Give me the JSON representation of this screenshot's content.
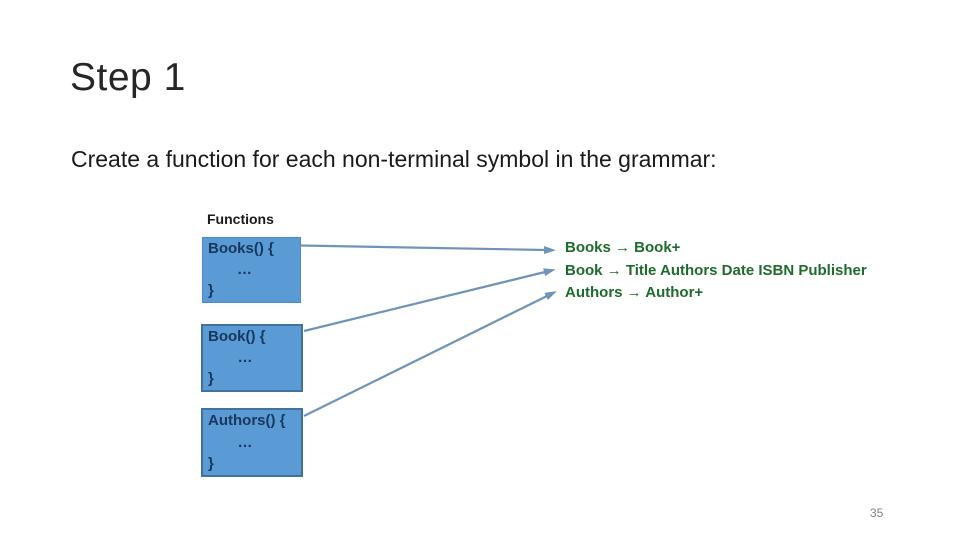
{
  "slide": {
    "title": "Step 1",
    "subtitle": "Create a function for each non-terminal symbol in the grammar:",
    "functions_label": "Functions",
    "function_boxes": [
      {
        "line1": "Books() {",
        "line2": "…",
        "line3": "}"
      },
      {
        "line1": "Book() {",
        "line2": "…",
        "line3": "}"
      },
      {
        "line1": "Authors() {",
        "line2": "…",
        "line3": "}"
      }
    ],
    "grammar_rules": [
      "Books → Book+",
      "Book → Title Authors Date ISBN Publisher",
      "Authors → Author+"
    ],
    "page_number": "35",
    "colors": {
      "box_fill": "#5B9BD5",
      "box_border": "#41719C",
      "box_text": "#17375E",
      "rule_text": "#1F6B2C",
      "arrow": "#7093B8",
      "page_number": "#7F7F7F"
    }
  }
}
